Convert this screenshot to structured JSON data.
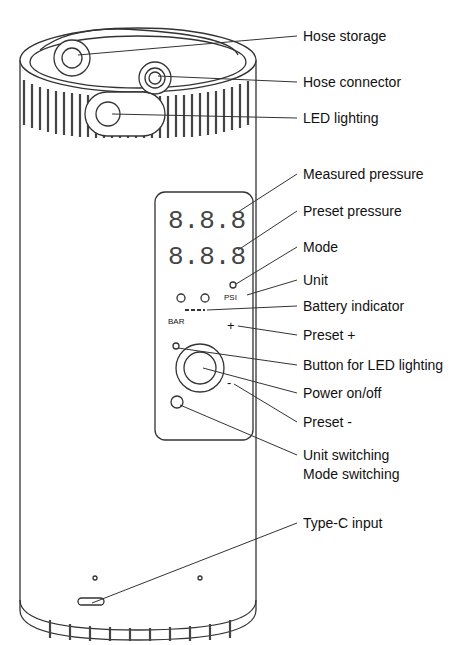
{
  "diagram": {
    "labels": [
      "Hose storage",
      "Hose connector",
      "LED lighting",
      "Measured pressure",
      "Preset pressure",
      "Mode",
      "Unit",
      "Battery indicator",
      "Preset +",
      "Button for LED lighting",
      "Power on/off",
      "Preset -",
      "Unit switching",
      "Mode switching",
      "Type-C input",
      "8.8.8",
      "8.8.8",
      "BAR",
      "PSI",
      "+",
      "-"
    ]
  }
}
